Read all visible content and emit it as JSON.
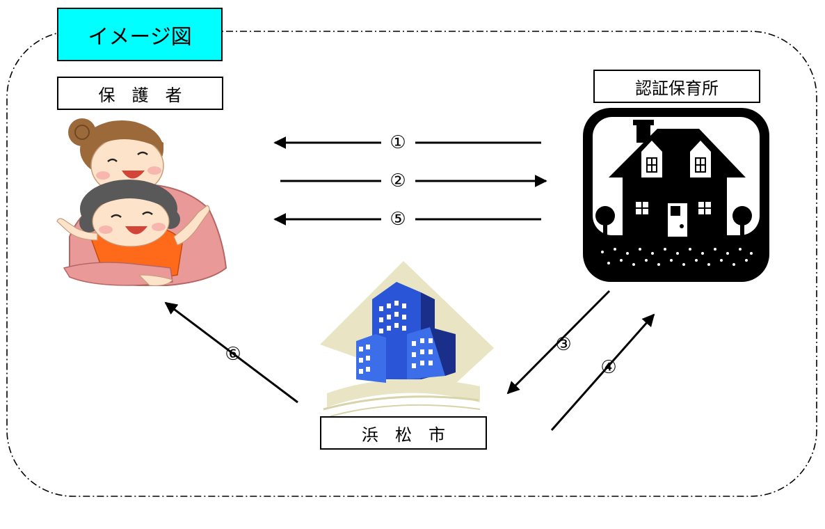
{
  "title": "イメージ図",
  "actors": {
    "parent": "保　護　者",
    "nursery": "認証保育所",
    "city": "浜　松　市"
  },
  "steps": [
    "①",
    "②",
    "⑤",
    "③",
    "④",
    "⑥"
  ],
  "colors": {
    "title_bg": "#00ffff",
    "border": "#000000"
  },
  "icons": {
    "parent": "mother-and-child-icon",
    "nursery": "nursery-house-icon",
    "city": "city-buildings-icon"
  }
}
